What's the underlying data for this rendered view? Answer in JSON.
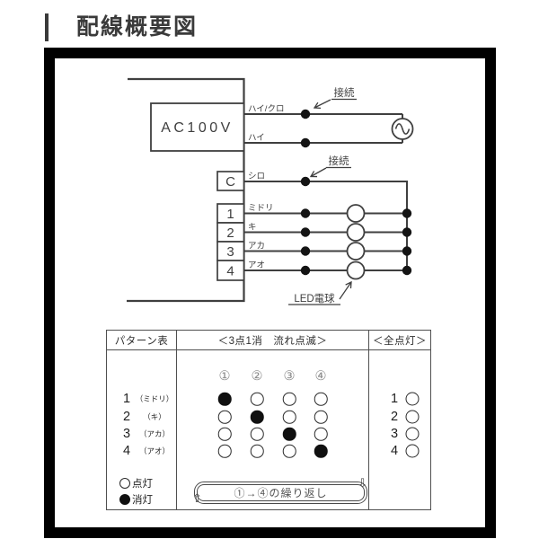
{
  "title": "配線概要図",
  "icons": {
    "cycle_up": "⇧",
    "cycle_down": "⇩",
    "ac_source": "sine-wave-in-circle"
  },
  "colors": {
    "line": "#3f3f3f",
    "dot": "#141414",
    "frame": "#000000",
    "accent_bar": "#3a3a3a"
  },
  "diagram": {
    "power_source": "AC100V",
    "connection_label": "接続",
    "led_label": "LED電球",
    "terminals": [
      "C",
      "1",
      "2",
      "3",
      "4"
    ],
    "wires": [
      {
        "terminal": "",
        "label": "ハイ/クロ"
      },
      {
        "terminal": "",
        "label": "ハイ"
      },
      {
        "terminal": "C",
        "label": "シロ"
      },
      {
        "terminal": "1",
        "label": "ミドリ"
      },
      {
        "terminal": "2",
        "label": "キ"
      },
      {
        "terminal": "3",
        "label": "アカ"
      },
      {
        "terminal": "4",
        "label": "アオ"
      }
    ]
  },
  "pattern_table": {
    "header": {
      "col1": "パターン表",
      "col2": "＜3点1消　流れ点滅＞",
      "col3": "＜全点灯＞"
    },
    "steps": [
      "①",
      "②",
      "③",
      "④"
    ],
    "rows": [
      {
        "num": "1",
        "name": "（ミドリ）",
        "pattern": [
          "off",
          "on",
          "on",
          "on"
        ],
        "all_on": "on"
      },
      {
        "num": "2",
        "name": "（キ）",
        "pattern": [
          "on",
          "off",
          "on",
          "on"
        ],
        "all_on": "on"
      },
      {
        "num": "3",
        "name": "（アカ）",
        "pattern": [
          "on",
          "on",
          "off",
          "on"
        ],
        "all_on": "on"
      },
      {
        "num": "4",
        "name": "（アオ）",
        "pattern": [
          "on",
          "on",
          "on",
          "off"
        ],
        "all_on": "on"
      }
    ],
    "legend": [
      {
        "symbol": "circle-open",
        "label": "点灯"
      },
      {
        "symbol": "circle-filled",
        "label": "消灯"
      }
    ],
    "repeat_note": "①→④の繰り返し"
  }
}
